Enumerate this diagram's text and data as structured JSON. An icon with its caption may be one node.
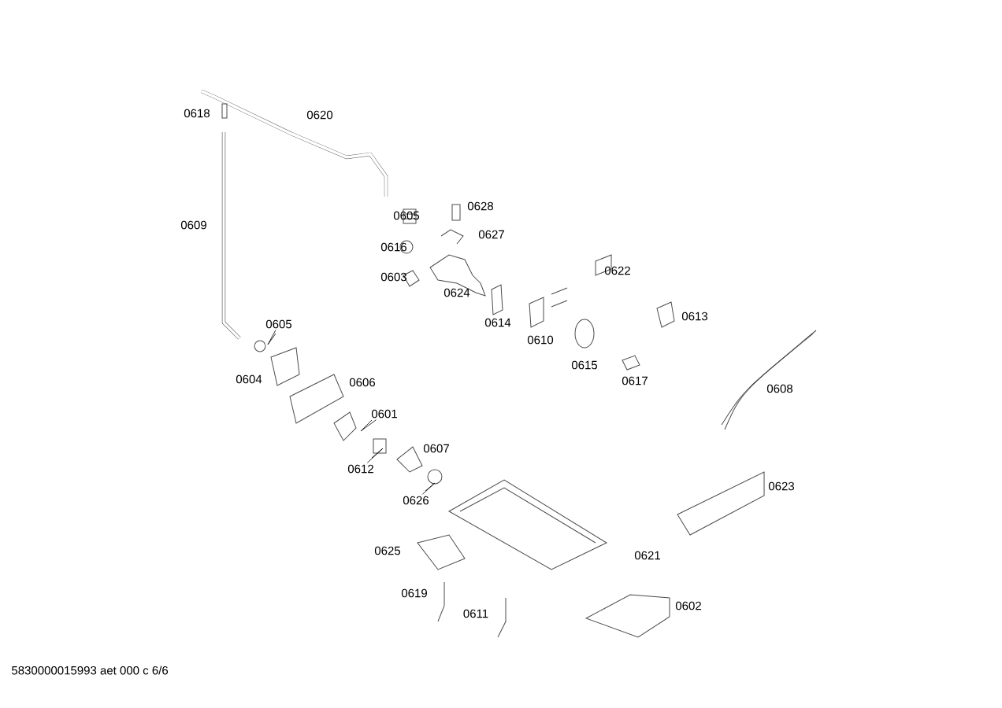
{
  "diagram": {
    "nodes": [
      {
        "text": [
          "0605"
        ]
      },
      {
        "text": [
          "0601"
        ]
      },
      {
        "text": [
          "0612"
        ]
      },
      {
        "text": [
          "0626"
        ]
      }
    ],
    "edges": [
      {
        "from": 0,
        "to": null,
        "arrow": "none"
      },
      {
        "from": 1,
        "to": null,
        "arrow": "none"
      },
      {
        "from": 2,
        "to": null,
        "arrow": "none"
      },
      {
        "from": 3,
        "to": null,
        "arrow": "none"
      }
    ],
    "labels": [
      "0618",
      "0620",
      "0609",
      "0605",
      "0628",
      "0616",
      "0627",
      "0603",
      "0624",
      "0614",
      "0622",
      "0610",
      "0613",
      "0615",
      "0617",
      "0604",
      "0606",
      "0607",
      "0608",
      "0623",
      "0625",
      "0621",
      "0619",
      "0611",
      "0602",
      "5830000015993 aet 000 c 6/6"
    ]
  }
}
